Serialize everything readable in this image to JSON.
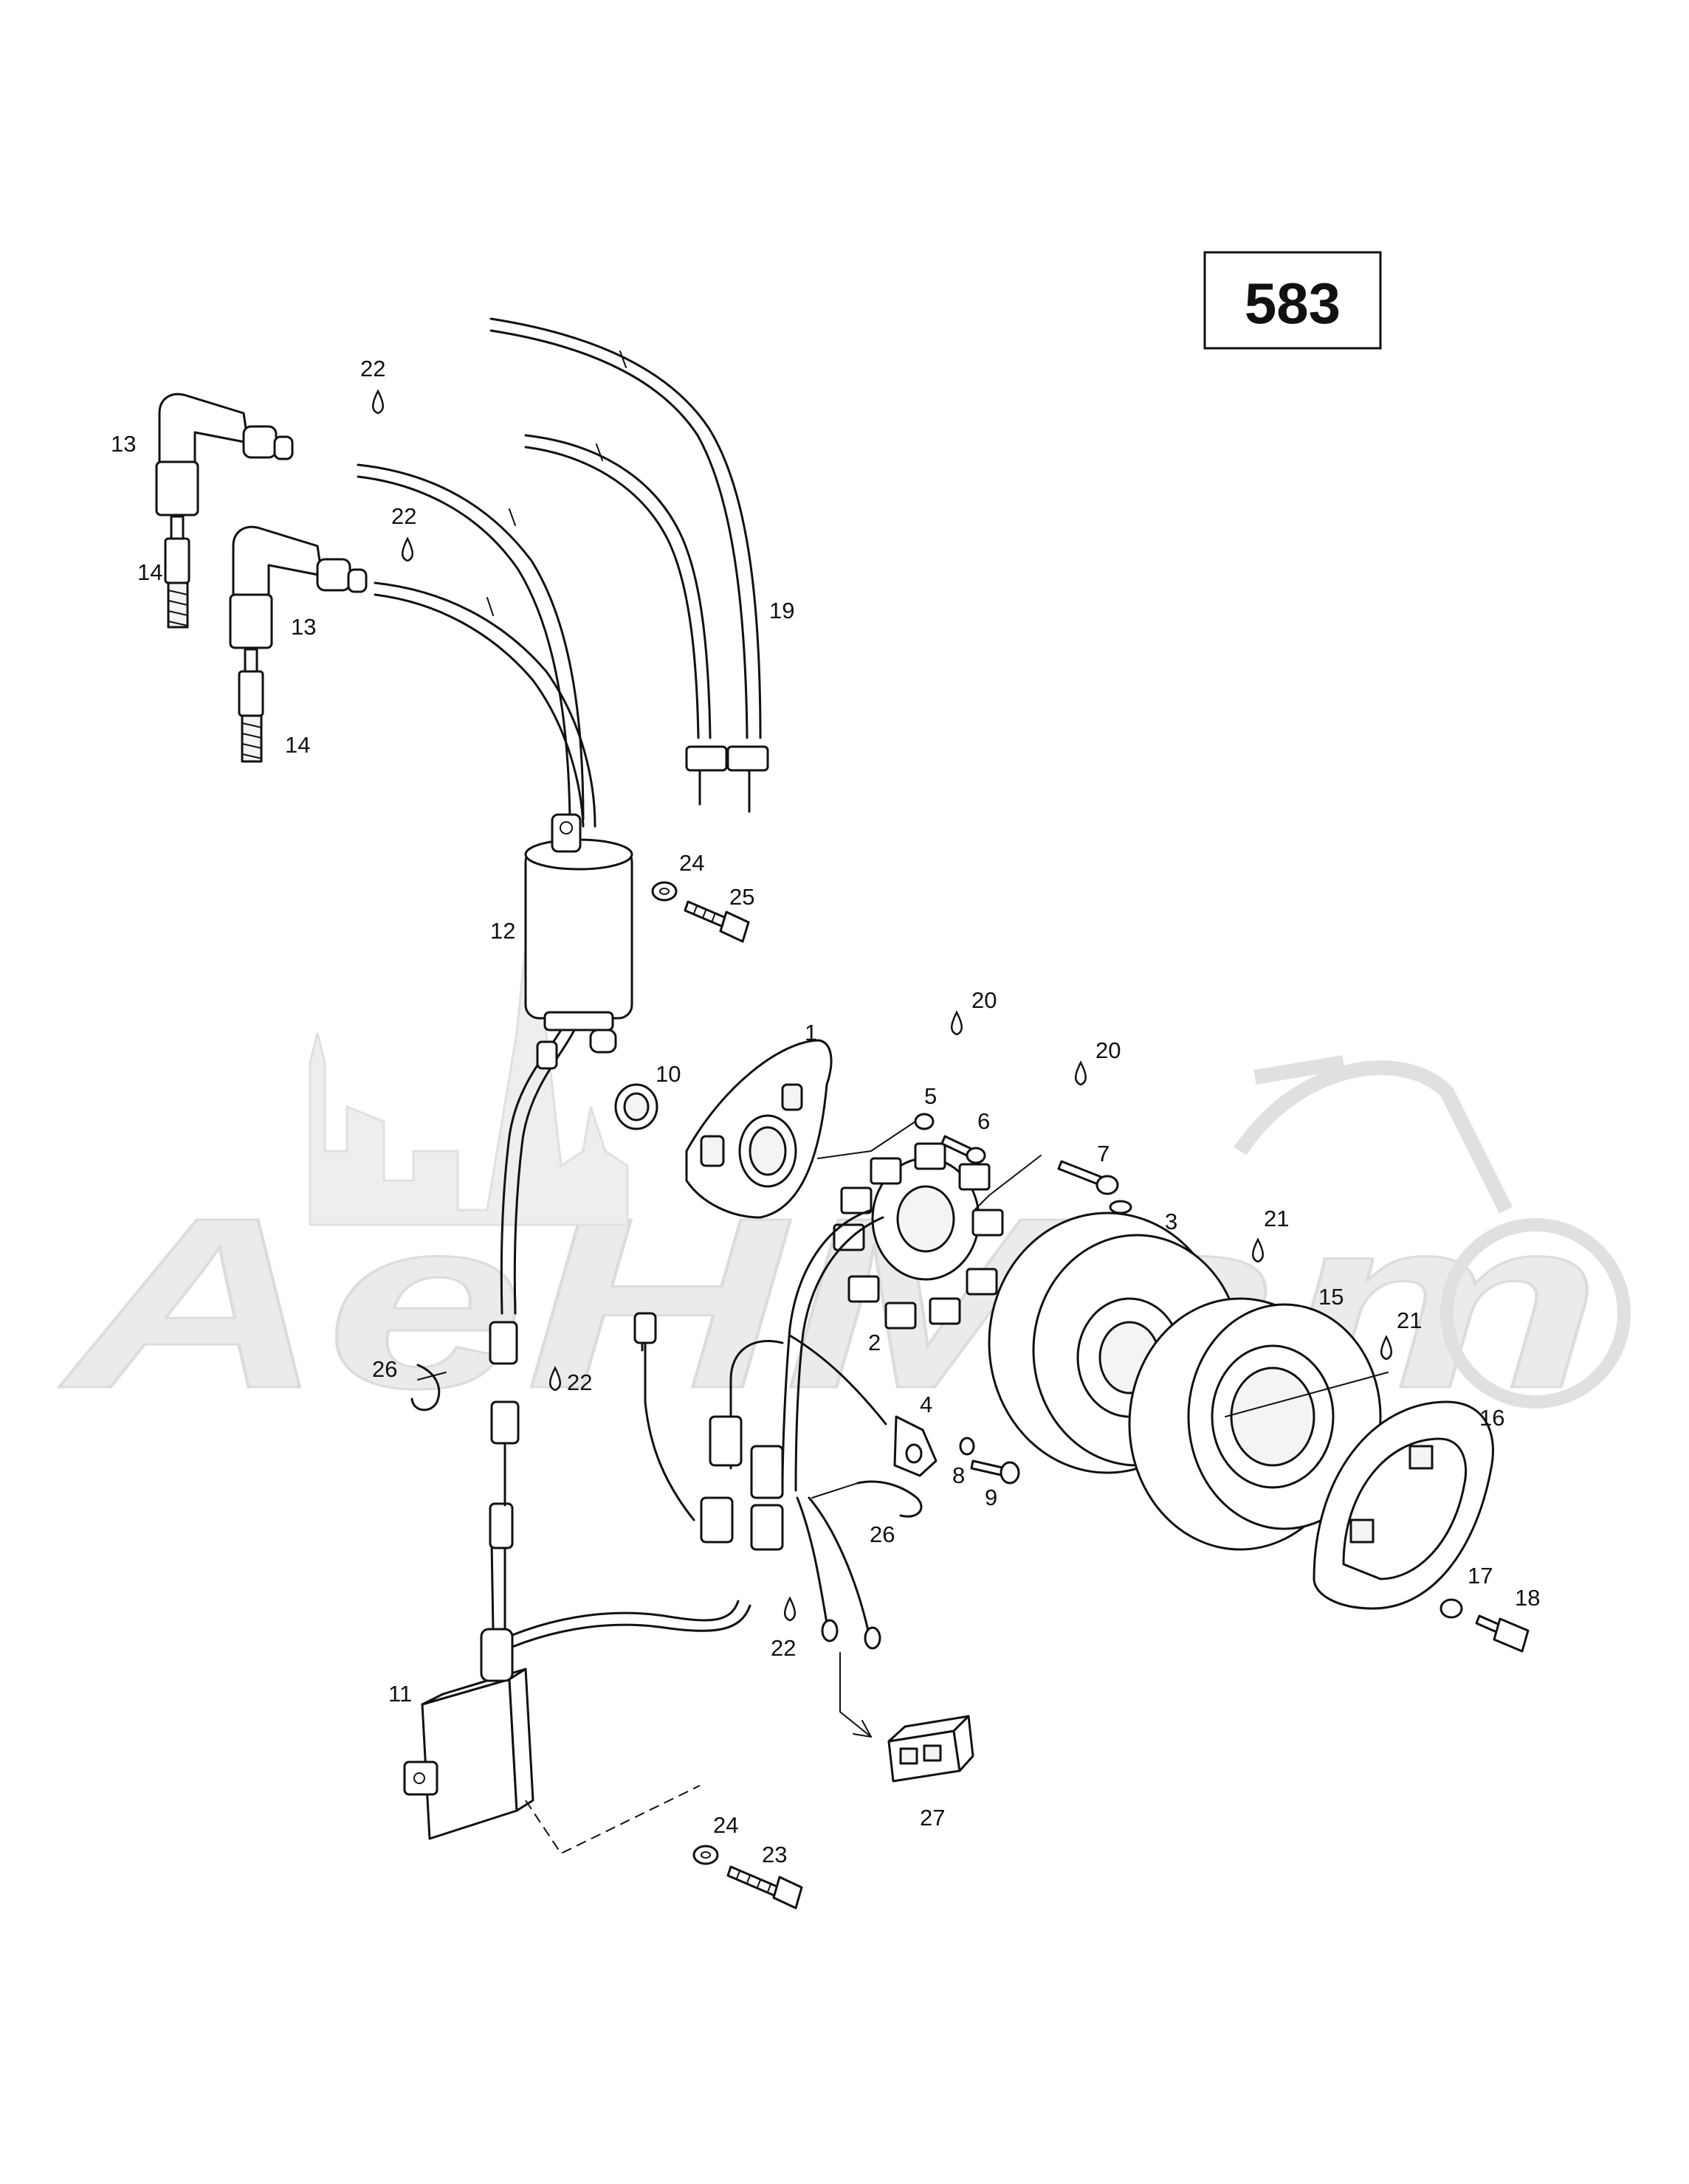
{
  "model_box": {
    "label": "583"
  },
  "watermark": {
    "text": "AeHMam"
  },
  "callouts": {
    "c1": "1",
    "c2": "2",
    "c3": "3",
    "c4": "4",
    "c5": "5",
    "c6": "6",
    "c7": "7",
    "c8": "8",
    "c9": "9",
    "c10": "10",
    "c11": "11",
    "c12": "12",
    "c13a": "13",
    "c13b": "13",
    "c14a": "14",
    "c14b": "14",
    "c15": "15",
    "c16": "16",
    "c17": "17",
    "c18": "18",
    "c19": "19",
    "c20a": "20",
    "c20b": "20",
    "c21a": "21",
    "c21b": "21",
    "c22a": "22",
    "c22b": "22",
    "c22c": "22",
    "c22d": "22",
    "c23": "23",
    "c24a": "24",
    "c24b": "24",
    "c25": "25",
    "c26a": "26",
    "c26b": "26",
    "c27": "27"
  }
}
